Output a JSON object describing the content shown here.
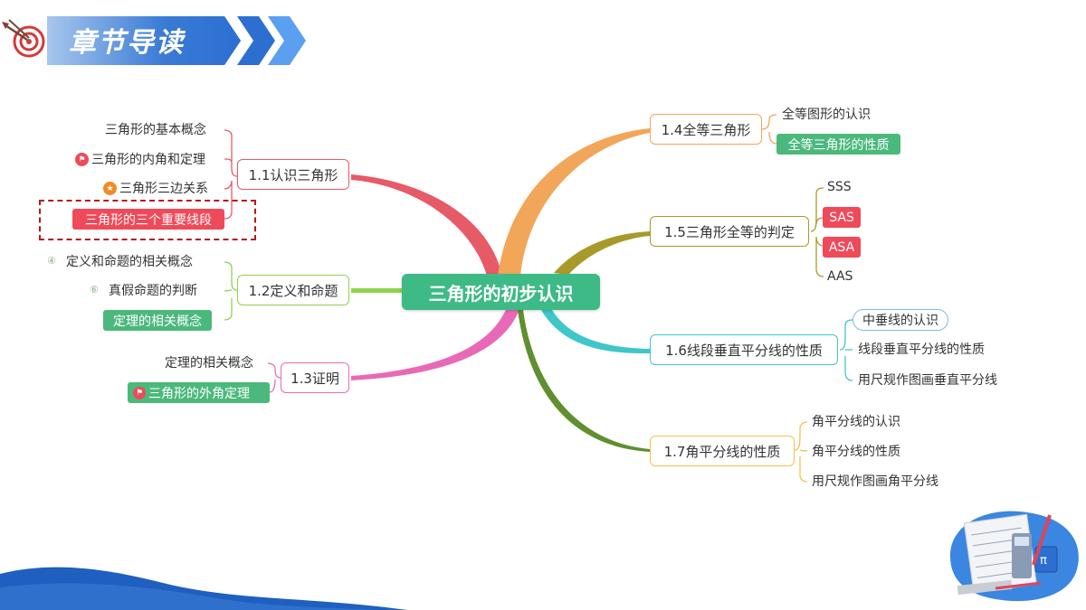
{
  "header": {
    "title": "章节导读"
  },
  "center": {
    "label": "三角形的初步认识"
  },
  "branches": [
    {
      "label": "1.1认识三角形",
      "color": "#e75a68",
      "items": [
        {
          "label": "三角形的基本概念"
        },
        {
          "label": "三角形的内角和定理",
          "icon": "flag-icon"
        },
        {
          "label": "三角形三边关系",
          "icon": "star-icon"
        },
        {
          "label": "三角形的三个重要线段",
          "highlight": "#ef4a5a"
        }
      ]
    },
    {
      "label": "1.2定义和命题",
      "color": "#8fd24e",
      "items": [
        {
          "label": "定义和命题的相关概念",
          "marker": "④"
        },
        {
          "label": "真假命题的判断",
          "marker": "⑥"
        },
        {
          "label": "定理的相关概念",
          "highlight": "#4cb97c"
        }
      ]
    },
    {
      "label": "1.3证明",
      "color": "#e86ab7",
      "items": [
        {
          "label": "定理的相关概念"
        },
        {
          "label": "三角形的外角定理",
          "icon": "flag-icon",
          "highlight": "#4cb97c"
        }
      ]
    },
    {
      "label": "1.4全等三角形",
      "color": "#f2a65a",
      "items": [
        {
          "label": "全等图形的认识"
        },
        {
          "label": "全等三角形的性质",
          "highlight": "#4cb97c"
        }
      ]
    },
    {
      "label": "1.5三角形全等的判定",
      "color": "#a89a2a",
      "items": [
        {
          "label": "SSS"
        },
        {
          "label": "SAS",
          "highlight": "#ef4a5a"
        },
        {
          "label": "ASA",
          "highlight": "#ef4a5a"
        },
        {
          "label": "AAS"
        }
      ]
    },
    {
      "label": "1.6线段垂直平分线的性质",
      "color": "#3fc6c8",
      "items": [
        {
          "label": "中垂线的认识",
          "outlined": true
        },
        {
          "label": "线段垂直平分线的性质"
        },
        {
          "label": "用尺规作图画垂直平分线"
        }
      ]
    },
    {
      "label": "1.7角平分线的性质",
      "color": "#5f8f2e",
      "items": [
        {
          "label": "角平分线的认识"
        },
        {
          "label": "角平分线的性质"
        },
        {
          "label": "用尺规作图画角平分线"
        }
      ]
    }
  ],
  "colors": {
    "header_blue": "#2c6fd1",
    "bottom_wave": "#1f5fbf",
    "center_green": "#3dba85",
    "dashed_box": "#b31b1b"
  }
}
